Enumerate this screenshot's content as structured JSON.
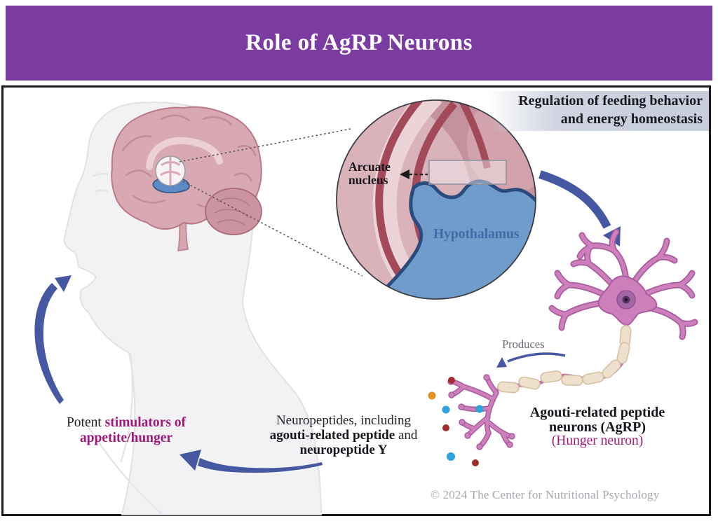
{
  "header": {
    "title": "Role of AgRP Neurons"
  },
  "banner": {
    "line1": "Regulation of feeding behavior",
    "line2": "and energy homeostasis"
  },
  "inset": {
    "arcuate_line1": "Arcuate",
    "arcuate_line2": "nucleus",
    "hypothalamus": "Hypothalamus"
  },
  "neuron": {
    "produces": "Produces",
    "name_line1": "Agouti-related peptide",
    "name_line2": "neurons (AgRP)",
    "nickname": "(Hunger neuron)"
  },
  "neuropeptides": {
    "line1": "Neuropeptides, including",
    "line2_bold": "agouti-related peptide",
    "line2_tail": " and",
    "line3_bold": "neuropeptide Y"
  },
  "outcome": {
    "prefix": "Potent ",
    "highlight_line1": "stimulators of",
    "highlight_line2": "appetite/hunger"
  },
  "footer": {
    "copyright": "© 2024 The Center for Nutritional Psychology"
  },
  "colors": {
    "header_purple": "#7B3CA2",
    "arrow_blue": "#4758A3",
    "accent_magenta": "#A01A7D",
    "hypothalamus_text_blue": "#3E6CA6",
    "inset_blue_fill": "#6F9CCB",
    "inset_band_red": "#A24A59",
    "neuron_pink": "#CC7FBA",
    "myelin_cream": "#EDE0CC",
    "dot_red": "#A02C2C",
    "dot_orange": "#E29421",
    "dot_blue": "#2BA3DC"
  }
}
